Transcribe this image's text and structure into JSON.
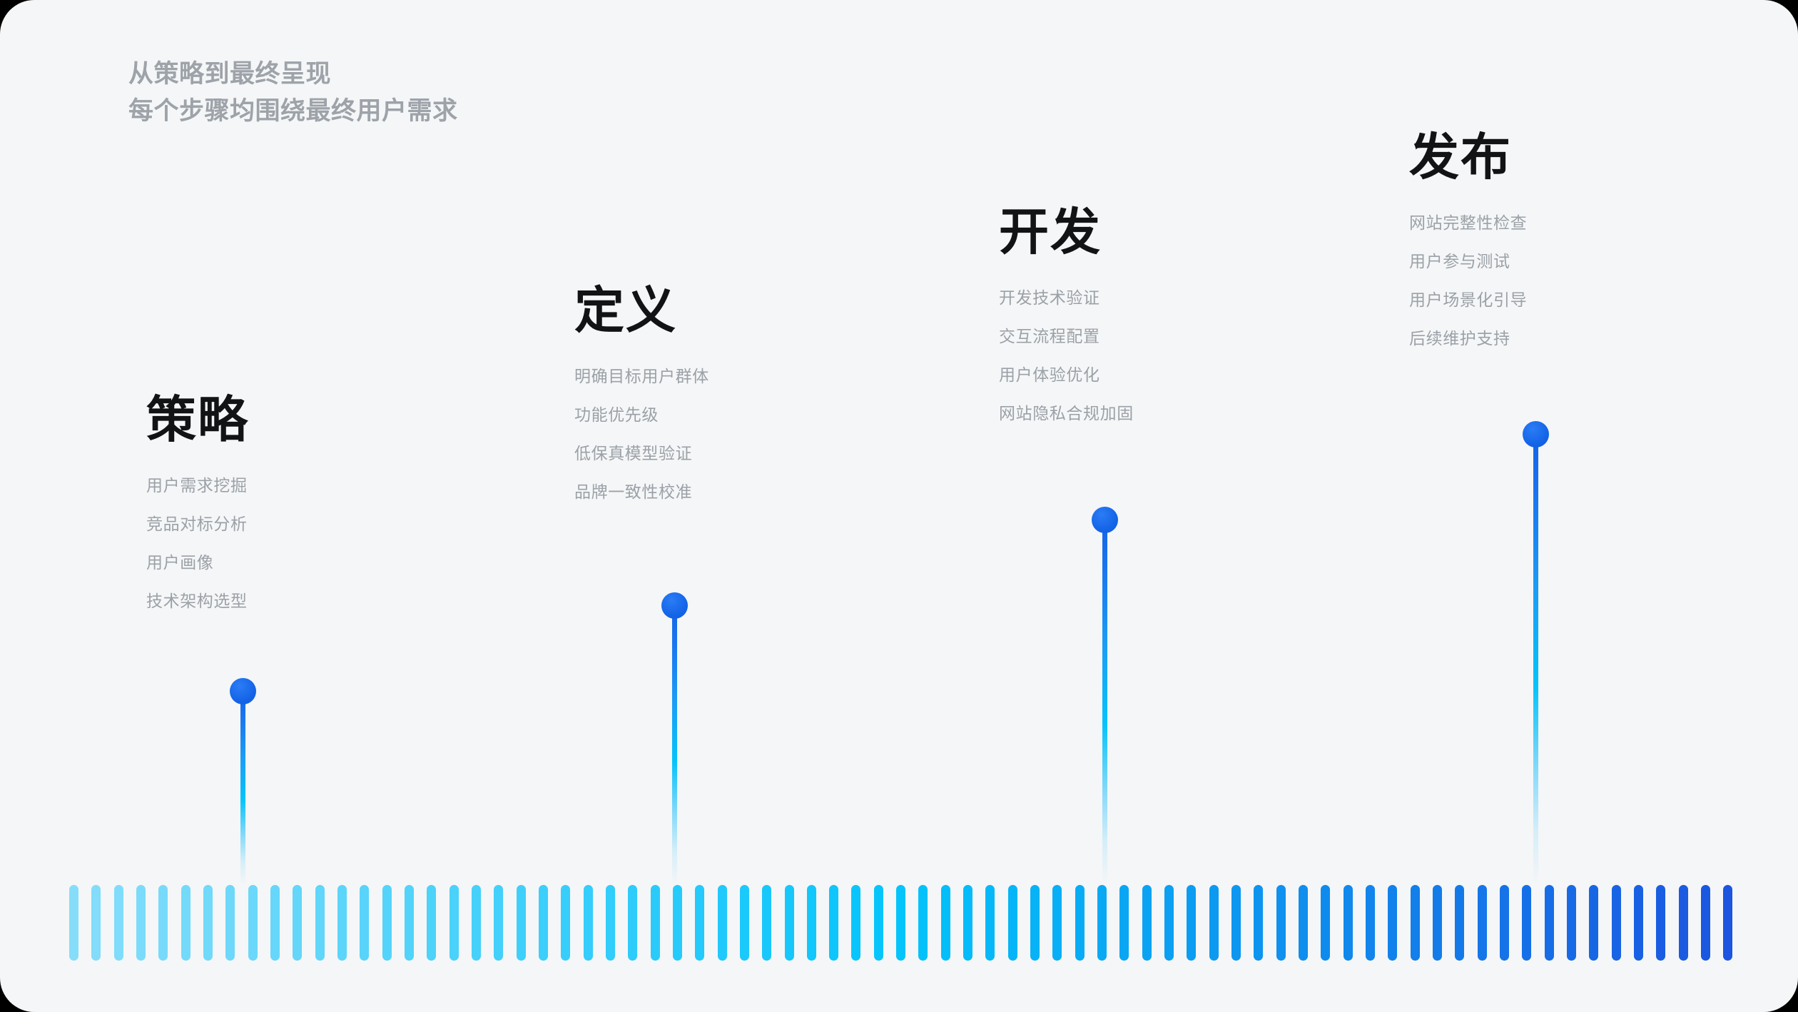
{
  "page": {
    "background_color": "#f5f6f7",
    "accent_color": "#1565e8",
    "accent_cyan": "#05c3fb",
    "heading_color": "#9da3a9",
    "title_color": "#111315",
    "item_color": "#9ba1a7"
  },
  "header": {
    "line1": "从策略到最终呈现",
    "line2": "每个步骤均围绕最终用户需求"
  },
  "stages": [
    {
      "title": "策略",
      "items": [
        "用户需求挖掘",
        "竞品对标分析",
        "用户画像",
        "技术架构选型"
      ]
    },
    {
      "title": "定义",
      "items": [
        "明确目标用户群体",
        "功能优先级",
        "低保真模型验证",
        "品牌一致性校准"
      ]
    },
    {
      "title": "开发",
      "items": [
        "开发技术验证",
        "交互流程配置",
        "用户体验优化",
        "网站隐私合规加固"
      ]
    },
    {
      "title": "发布",
      "items": [
        "网站完整性检查",
        "用户参与测试",
        "用户场景化引导",
        "后续维护支持"
      ]
    }
  ],
  "timeline": {
    "markers": [
      {
        "stage": "策略",
        "dot_color": "#1565e8"
      },
      {
        "stage": "定义",
        "dot_color": "#1565e8"
      },
      {
        "stage": "开发",
        "dot_color": "#1565e8"
      },
      {
        "stage": "发布",
        "dot_color": "#1565e8"
      }
    ],
    "bar_strip": {
      "count": 75,
      "start_color": "#86ddfa",
      "mid_color": "#03c4fb",
      "end_color": "#1b55e0"
    }
  }
}
